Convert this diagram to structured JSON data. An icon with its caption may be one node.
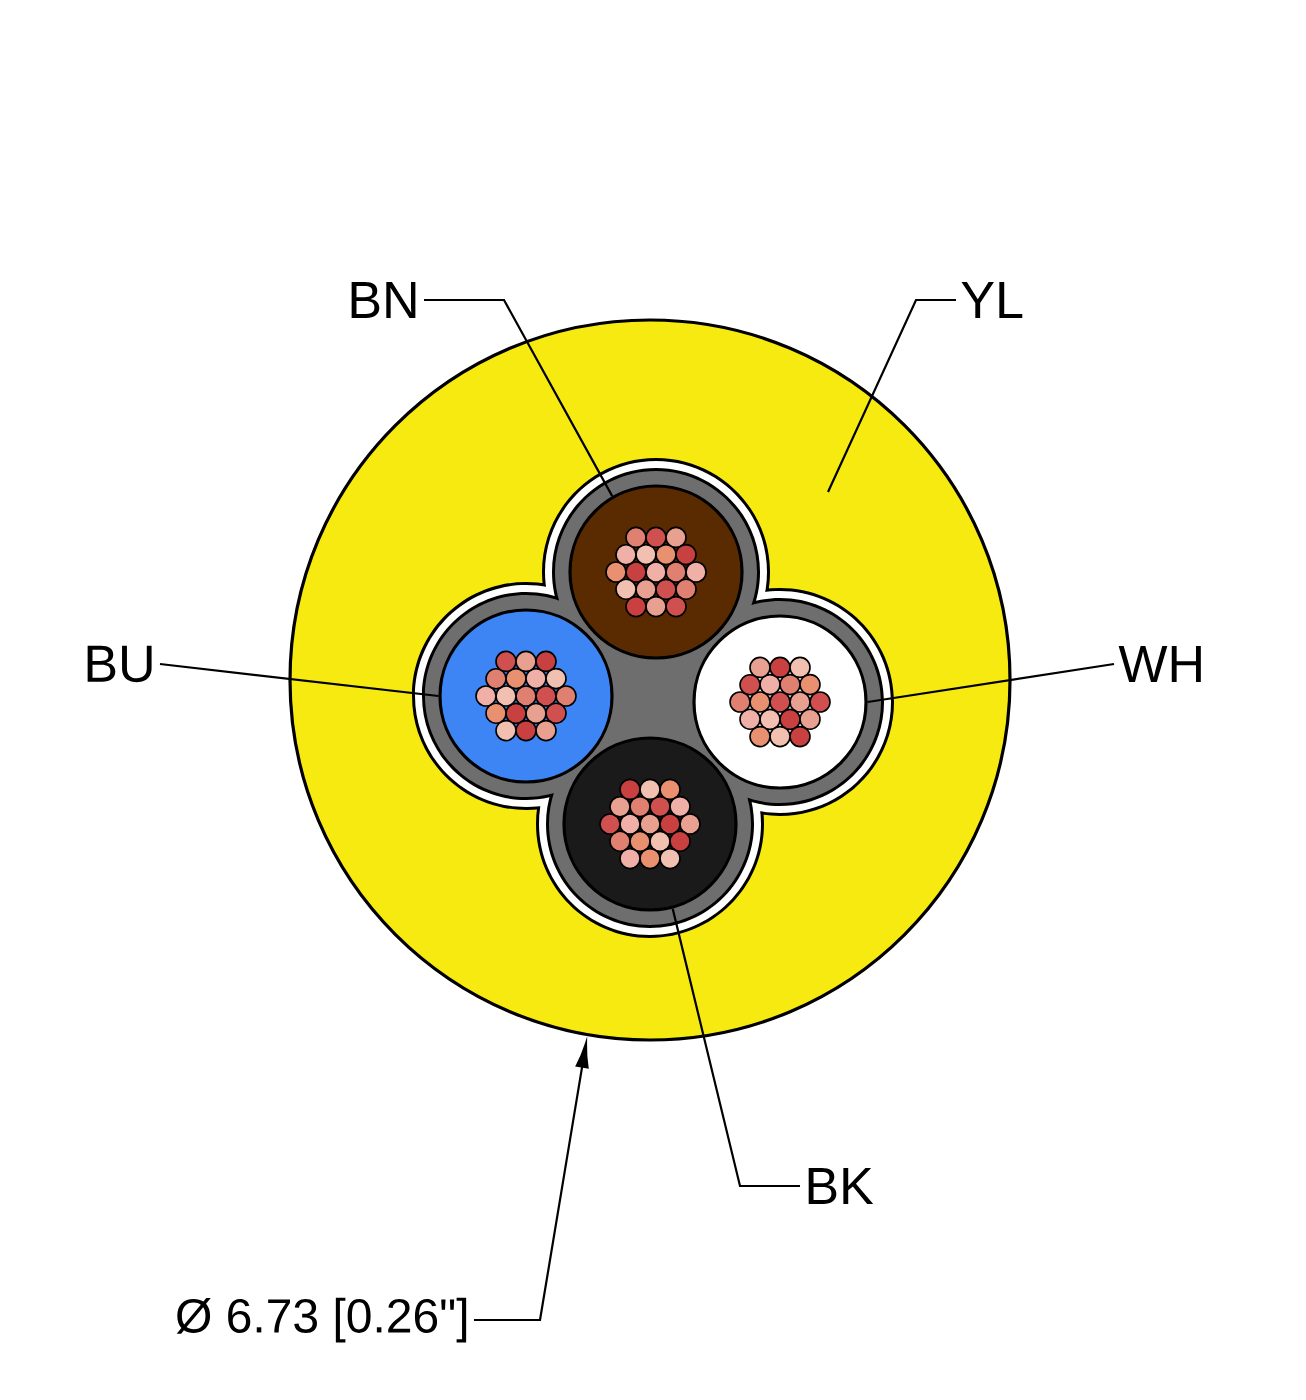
{
  "diagram": {
    "nodes": [
      {
        "text": [],
        "shape": "circle"
      },
      {
        "text": [],
        "shape": "circle",
        "in": 0
      },
      {
        "text": [],
        "shape": "circle",
        "in": 0
      },
      {
        "text": [],
        "shape": "circle",
        "in": 0
      },
      {
        "text": [],
        "shape": "circle",
        "in": 0
      },
      {
        "text": [
          "BN"
        ]
      },
      {
        "text": [
          "YL"
        ]
      },
      {
        "text": [
          "BU"
        ]
      },
      {
        "text": [
          "WH"
        ]
      },
      {
        "text": [
          "BK"
        ]
      },
      {
        "text": [
          "Ø 6.73 [0.26\"]"
        ]
      }
    ],
    "edges": [
      {
        "from": 5,
        "to": 1,
        "arrow": "none"
      },
      {
        "from": 6,
        "to": 0,
        "arrow": "none"
      },
      {
        "from": 7,
        "to": 2,
        "arrow": "none"
      },
      {
        "from": 8,
        "to": 3,
        "arrow": "none"
      },
      {
        "from": 9,
        "to": 4,
        "arrow": "none"
      },
      {
        "from": 10,
        "to": 0,
        "arrow": "to"
      }
    ]
  }
}
